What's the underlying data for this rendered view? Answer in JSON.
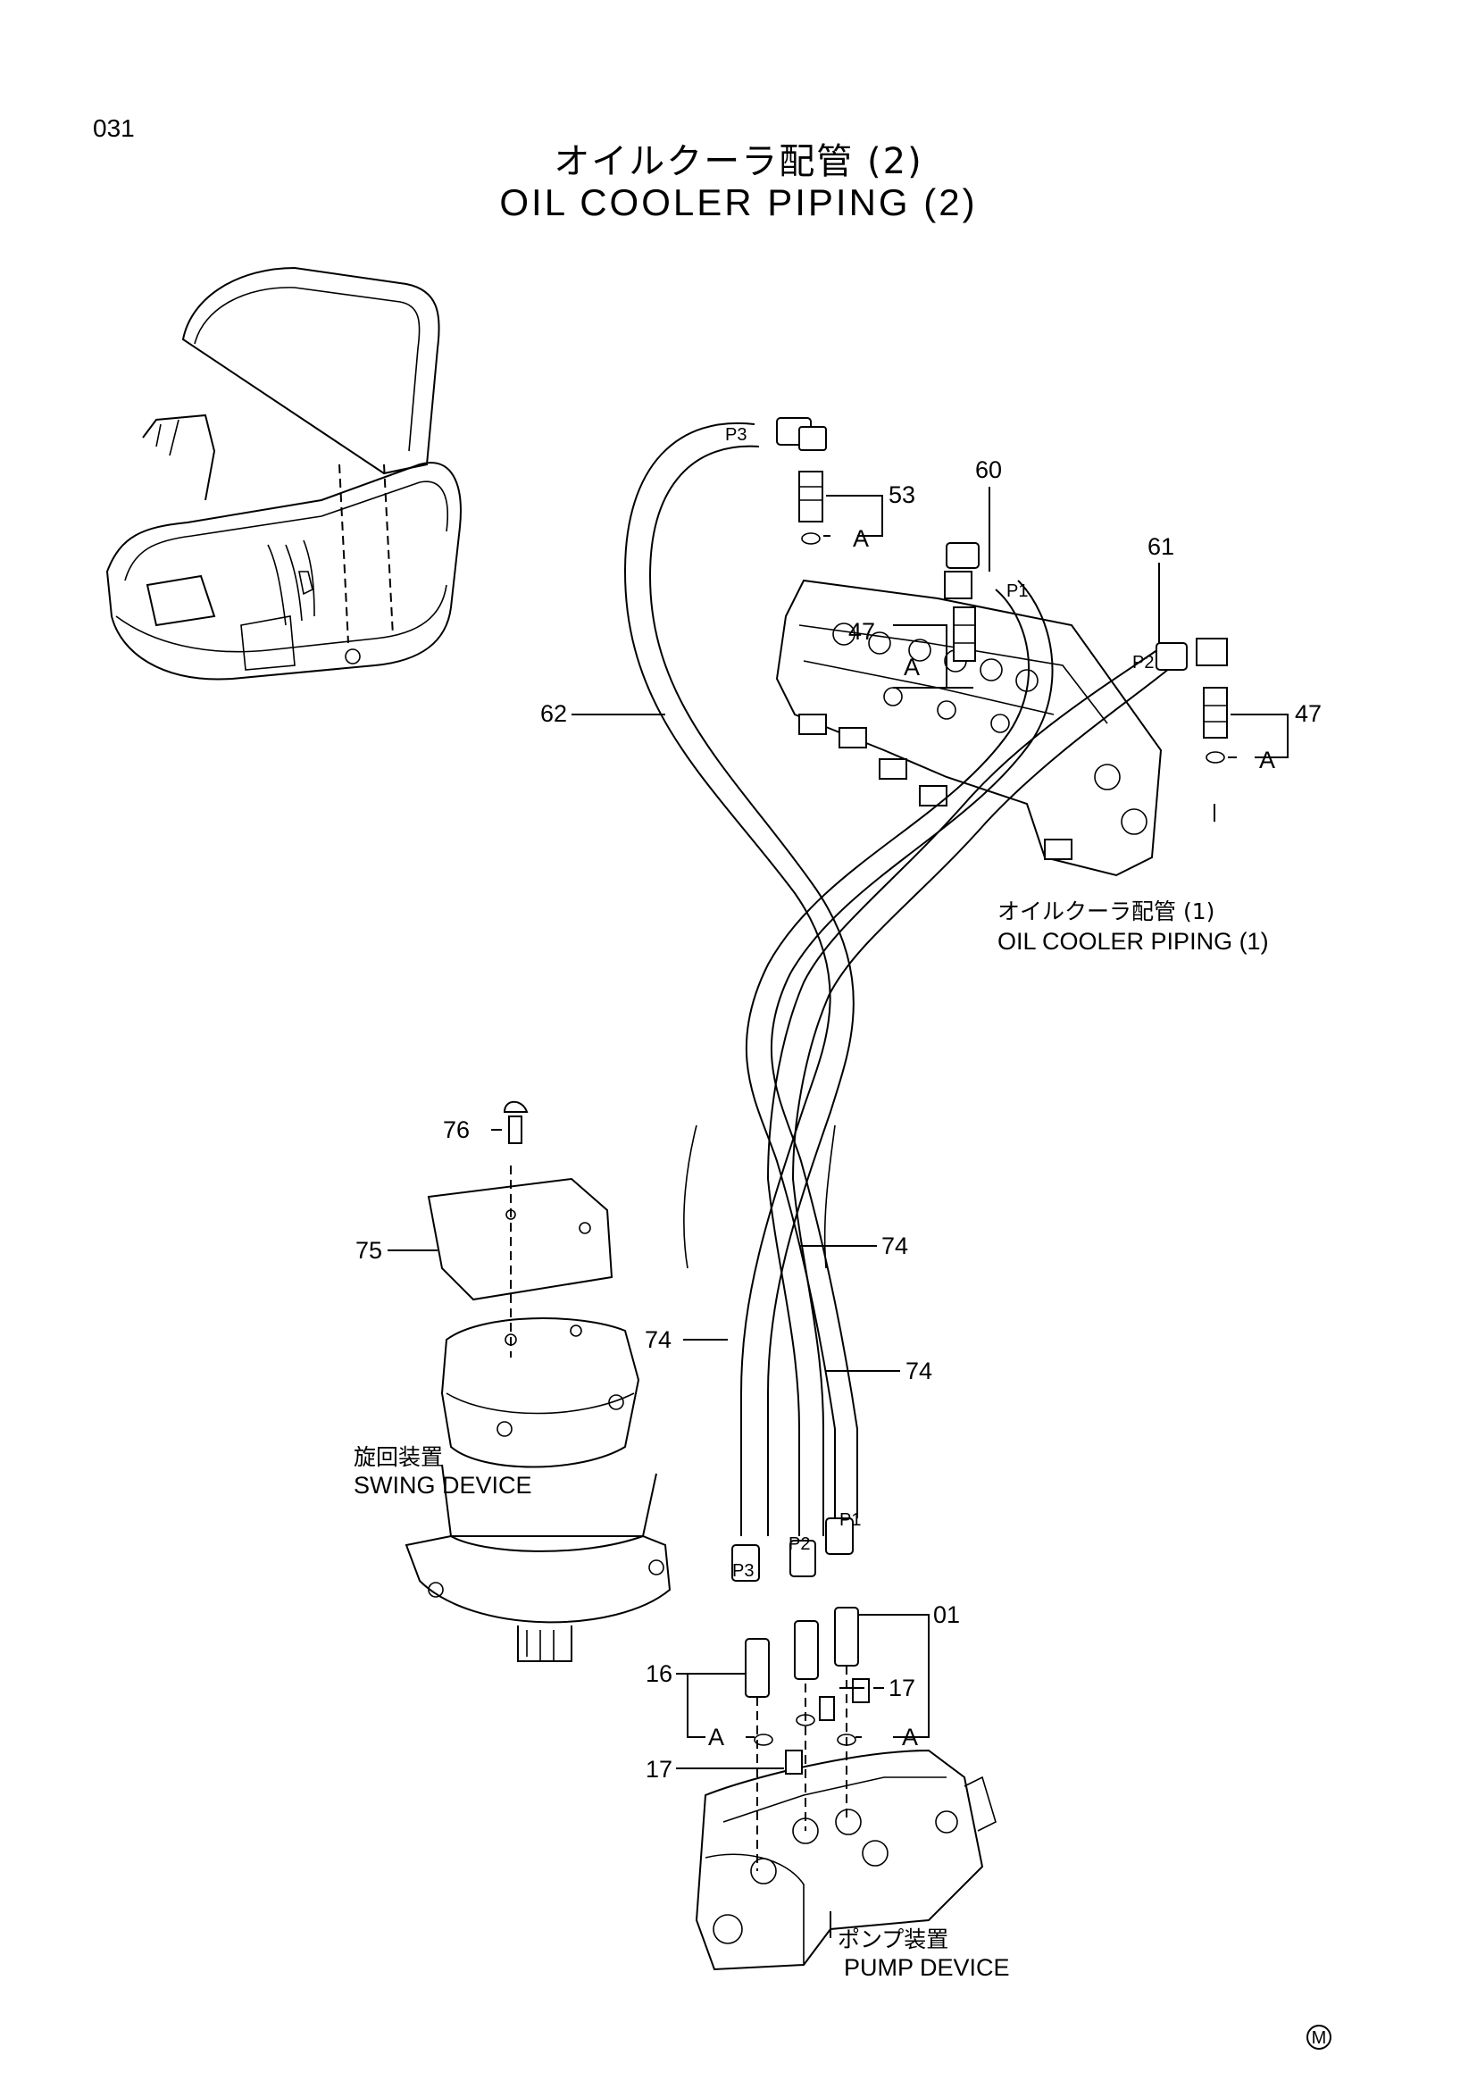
{
  "page_number": "031",
  "title_jp": "オイルクーラ配管 (2)",
  "title_en": "OIL COOLER PIPING (2)",
  "callouts": {
    "p53": "53",
    "p60": "60",
    "p61": "61",
    "p62": "62",
    "p47a": "47",
    "p47b": "47",
    "p76": "76",
    "p75": "75",
    "p74a": "74",
    "p74b": "74",
    "p74c": "74",
    "p01": "01",
    "p16": "16",
    "p17a": "17",
    "p17b": "17",
    "a1": "A",
    "a2": "A",
    "a3": "A",
    "a4": "A",
    "a5": "A"
  },
  "ports": {
    "p3_top": "P3",
    "p1_top": "P1",
    "p2_top": "P2",
    "p3_bot": "P3",
    "p2_bot": "P2",
    "p1_bot": "P1"
  },
  "labels": {
    "ref_jp": "オイルクーラ配管 (1)",
    "ref_en": "OIL COOLER PIPING (1)",
    "swing_jp": "旋回装置",
    "swing_en": "SWING DEVICE",
    "pump_jp": "ポンプ装置",
    "pump_en": "PUMP DEVICE",
    "mark": "M"
  }
}
